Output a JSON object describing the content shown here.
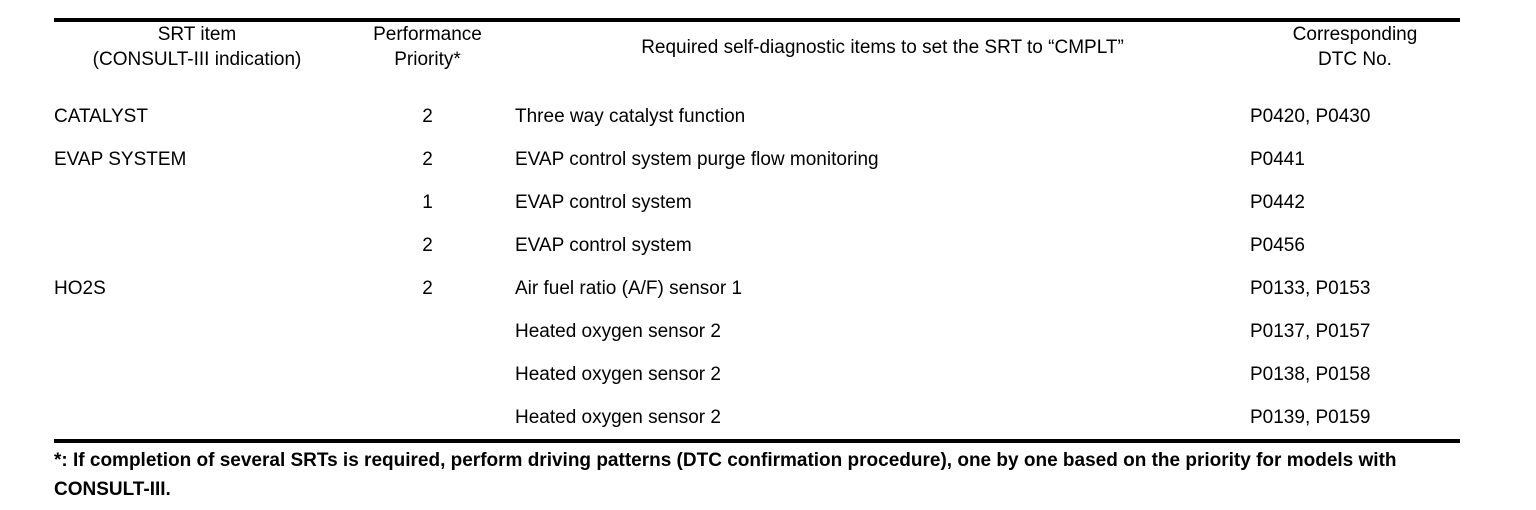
{
  "table": {
    "headers": [
      {
        "line1": "SRT item",
        "line2": "(CONSULT-III indication)"
      },
      {
        "line1": "Performance",
        "line2": "Priority*"
      },
      {
        "line1": "Required self-diagnostic items to set the SRT to “CMPLT”",
        "line2": ""
      },
      {
        "line1": "Corresponding",
        "line2": "DTC No."
      }
    ],
    "groups": [
      {
        "srt_item": "CATALYST",
        "rows": [
          {
            "priority": "2",
            "requirement": "Three way catalyst function",
            "dtc": "P0420, P0430"
          }
        ],
        "priority_merged": false
      },
      {
        "srt_item": "EVAP SYSTEM",
        "rows": [
          {
            "priority": "2",
            "requirement": "EVAP control system purge flow monitoring",
            "dtc": "P0441"
          },
          {
            "priority": "1",
            "requirement": "EVAP control system",
            "dtc": "P0442"
          },
          {
            "priority": "2",
            "requirement": "EVAP control system",
            "dtc": "P0456"
          }
        ],
        "priority_merged": false
      },
      {
        "srt_item": "HO2S",
        "priority": "2",
        "priority_merged": true,
        "rows": [
          {
            "requirement": "Air fuel ratio (A/F) sensor 1",
            "dtc": "P0133, P0153"
          },
          {
            "requirement": "Heated oxygen sensor 2",
            "dtc": "P0137, P0157"
          },
          {
            "requirement": "Heated oxygen sensor 2",
            "dtc": "P0138, P0158"
          },
          {
            "requirement": "Heated oxygen sensor 2",
            "dtc": "P0139, P0159"
          }
        ]
      }
    ]
  },
  "footnote": {
    "text": "*: If completion of several SRTs is required, perform driving patterns (DTC confirmation procedure), one by one based on the priority for models with CONSULT-III."
  },
  "colors": {
    "ink": "#000000",
    "paper": "#ffffff"
  }
}
